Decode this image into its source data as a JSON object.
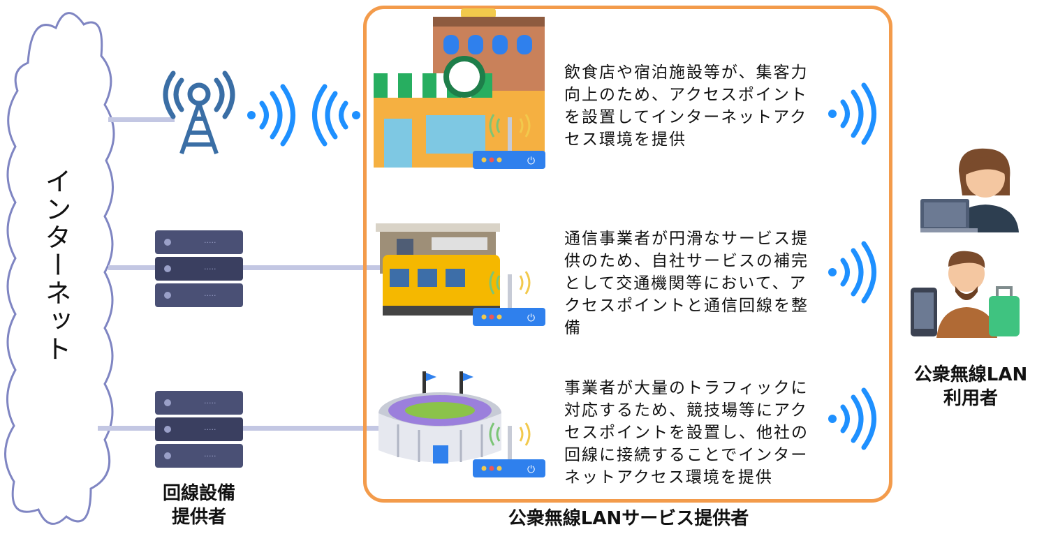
{
  "internet": {
    "label": "インターネット"
  },
  "line_equipment": {
    "label_line1": "回線設備",
    "label_line2": "提供者"
  },
  "providers": {
    "group_label": "公衆無線LANサービス提供者",
    "items": [
      {
        "description": "飲食店や宿泊施設等が、集客力向上のため、アクセスポイントを設置してインターネットアクセス環境を提供"
      },
      {
        "description": "通信事業者が円滑なサービス提供のため、自社サービスの補完として交通機関等において、アクセスポイントと通信回線を整備"
      },
      {
        "description": "事業者が大量のトラフィックに対応するため、競技場等にアクセスポイントを設置し、他社の回線に接続することでインターネットアクセス環境を提供"
      }
    ]
  },
  "users": {
    "label_line1": "公衆無線LAN",
    "label_line2": "利用者"
  },
  "colors": {
    "box_border": "#f39b4b",
    "wifi_blue": "#1e90ff",
    "line": "#c3c7e3",
    "server": "#4a5075",
    "tower": "#3a6ea5"
  }
}
